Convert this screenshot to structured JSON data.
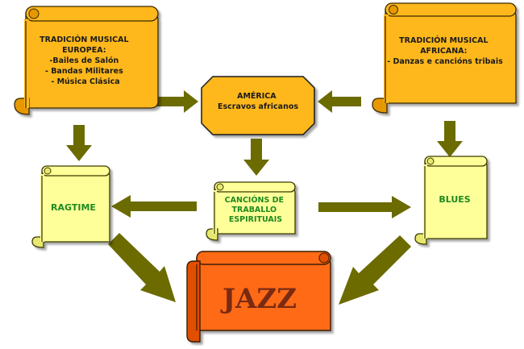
{
  "nodes": {
    "europea": {
      "lines": [
        "TRADICIÓN MUSICAL",
        "EUROPEA:",
        "-Bailes de Salón",
        "- Bandas Militares",
        "- Música Clásica"
      ]
    },
    "africana": {
      "lines": [
        "TRADICIÓN MUSICAL",
        "AFRICANA:",
        "- Danzas e cancións tribais"
      ]
    },
    "america": {
      "lines": [
        "AMÉRICA",
        "Escravos africanos"
      ]
    },
    "cancions": {
      "lines": [
        "CANCIÓNS DE",
        "TRABALLO",
        "ESPIRITUAIS"
      ]
    },
    "ragtime": {
      "label": "RAGTIME"
    },
    "blues": {
      "label": "BLUES"
    },
    "jazz": {
      "label": "JAZZ"
    }
  },
  "colors": {
    "orange": "#ffb81c",
    "yellow": "#ffff99",
    "jazz": "#ff6a16",
    "arrow": "#6b6b00",
    "green_text": "#1f8a1f",
    "jazz_text": "#7a2a12"
  }
}
